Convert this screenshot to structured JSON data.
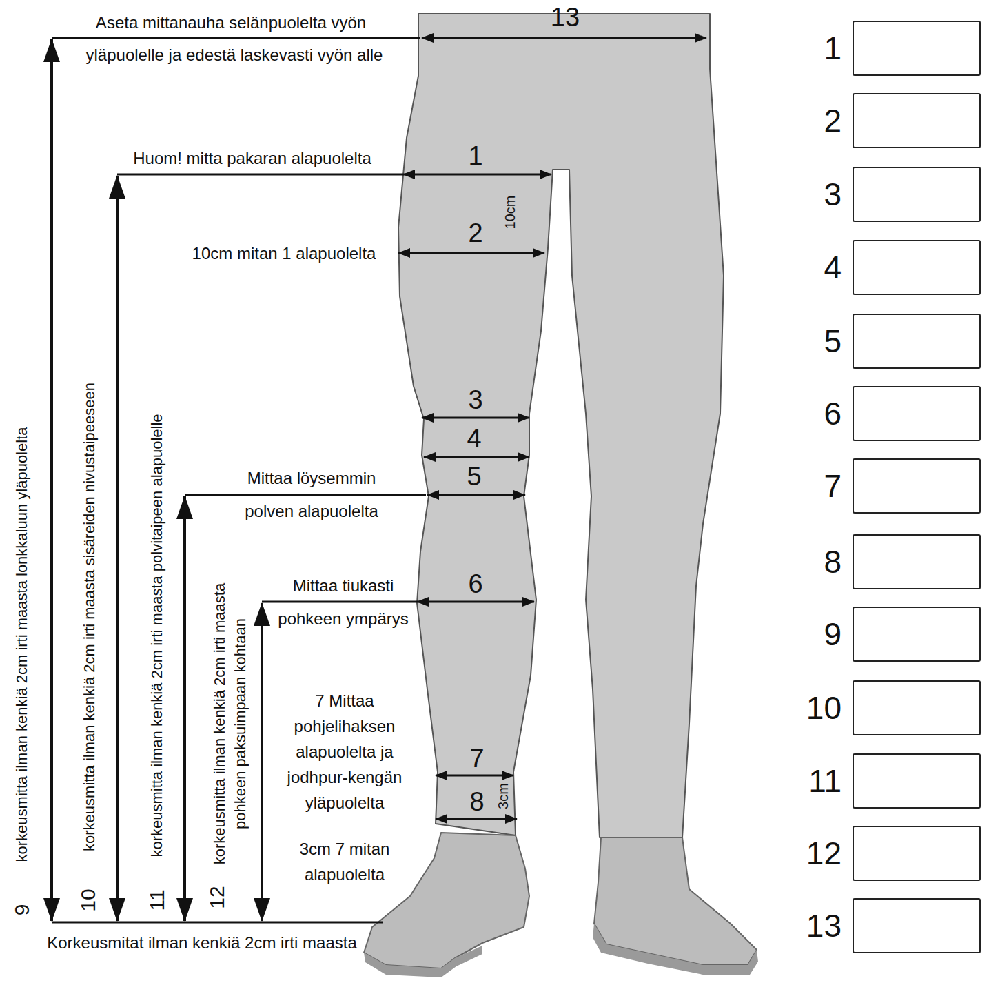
{
  "diagram": {
    "nodes": [
      {
        "text": [
          "1"
        ]
      },
      {
        "text": [
          "2"
        ]
      },
      {
        "text": [
          "3"
        ]
      },
      {
        "text": [
          "4"
        ]
      },
      {
        "text": [
          "5"
        ]
      },
      {
        "text": [
          "6"
        ]
      },
      {
        "text": [
          "7"
        ]
      },
      {
        "text": [
          "8"
        ]
      },
      {
        "text": [
          "9"
        ]
      },
      {
        "text": [
          "10"
        ]
      },
      {
        "text": [
          "11"
        ]
      },
      {
        "text": [
          "12"
        ]
      },
      {
        "text": [
          "13"
        ]
      }
    ],
    "labels": [
      "13",
      "Aseta mittanauha selänpuolelta vyön",
      "yläpuolelle ja edestä laskevasti vyön alle",
      "1",
      "Huom! mitta pakaran alapuolelta",
      "10cm",
      "2",
      "10cm mitan 1 alapuolelta",
      "3",
      "4",
      "5",
      "Mittaa löysemmin",
      "polven alapuolelta",
      "6",
      "Mittaa tiukasti",
      "pohkeen ympärys",
      "7 Mittaa pohjelihaksen alapuolelta ja jodhpur-kengän yläpuolelta",
      "7",
      "8",
      "3cm",
      "3cm 7 mitan alapuolelta",
      "9",
      "korkeusmitta ilman kenkiä 2cm irti maasta lonkkaluun yläpuolelta",
      "10",
      "korkeusmitta ilman kenkiä 2cm irti maasta sisäreiden nivustaipeeseen",
      "11",
      "korkeusmitta ilman kenkiä 2cm irti maasta polvitaipeen alapuolelle",
      "12",
      "korkeusmitta ilman kenkiä 2cm irti maasta pohkeen paksuimpaan kohtaan",
      "Korkeusmitat ilman kenkiä 2cm irti maasta"
    ]
  }
}
